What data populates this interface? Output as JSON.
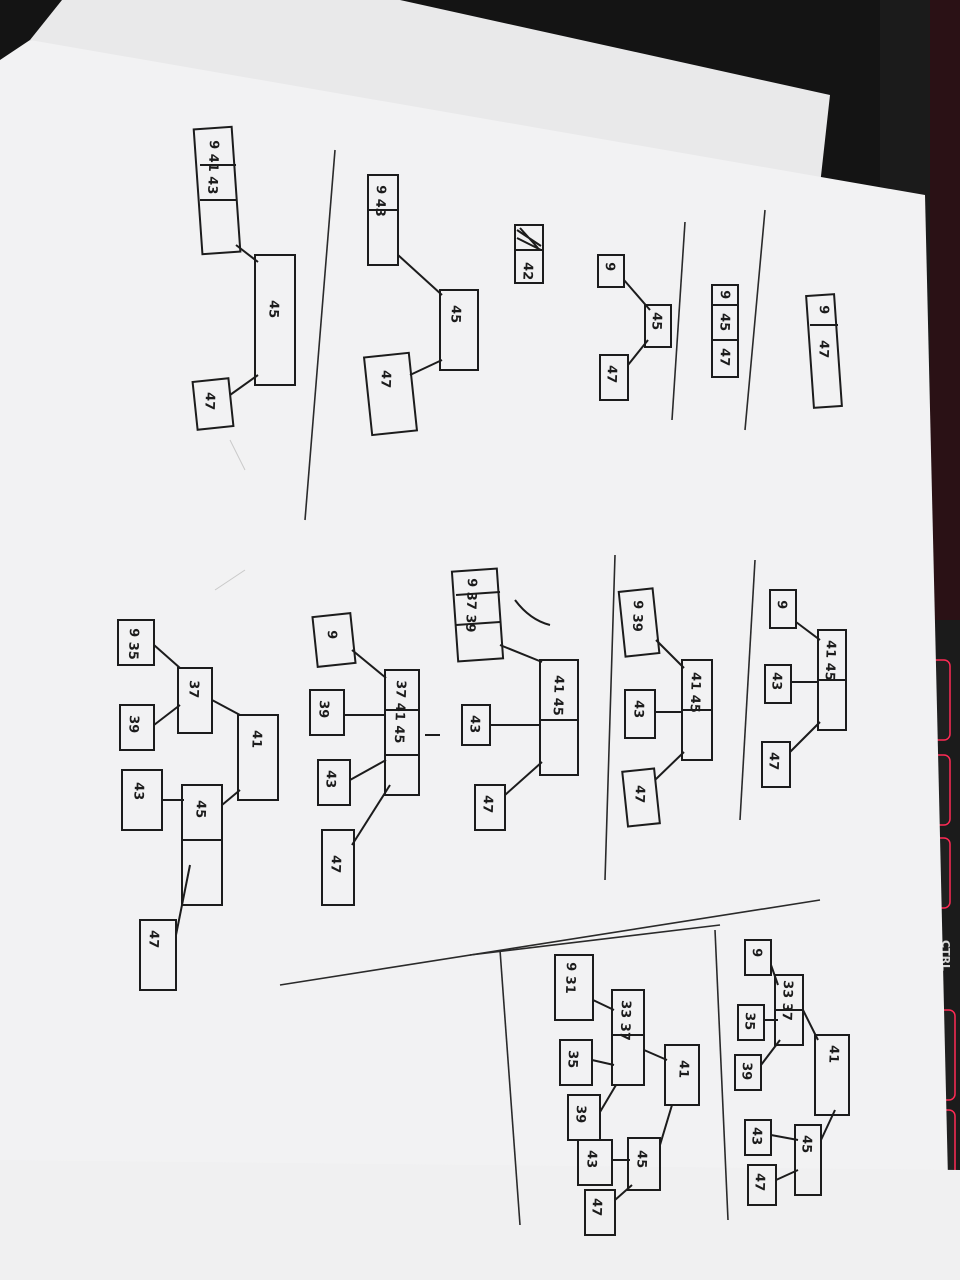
{
  "colors": {
    "desk": "#141414",
    "paper_back": "#e9e9ea",
    "paper_front": "#f2f2f3",
    "ink": "#1c1c1c",
    "key_glow": "#ff2a55",
    "key_dark": "#202020"
  },
  "keyboard": {
    "ctrl_label": "CTRL"
  },
  "trees": [
    {
      "keys": [
        "9",
        "47"
      ]
    },
    {
      "keys": [
        "9",
        "45",
        "47"
      ]
    },
    {
      "root": "45",
      "children": [
        "9",
        "47"
      ]
    },
    {
      "keys": [
        "42"
      ]
    },
    {
      "root": "45",
      "children": [
        "9 43",
        "47"
      ]
    },
    {
      "root": "45",
      "children": [
        "9 41 43",
        "47"
      ]
    },
    {
      "root": "41 45",
      "children": [
        "9",
        "43",
        "47"
      ]
    },
    {
      "root": "41 45",
      "children": [
        "9 39",
        "43",
        "47"
      ]
    },
    {
      "root": "41 45",
      "children": [
        "9 37 39",
        "43",
        "47"
      ]
    },
    {
      "root": "37 41 45",
      "children": [
        "9",
        "39",
        "43",
        "47"
      ]
    },
    {
      "root": "41",
      "children": [
        "37",
        "45"
      ],
      "leaves": [
        "9 35",
        "39",
        "43",
        "47"
      ]
    },
    {
      "root": "41",
      "children": [
        "33 37",
        "45"
      ],
      "leaves": [
        "9",
        "35",
        "39",
        "43",
        "47"
      ]
    },
    {
      "root": "41",
      "children": [
        "33 37",
        "45"
      ],
      "leaves": [
        "9 31",
        "35",
        "39",
        "43",
        "47"
      ]
    }
  ]
}
